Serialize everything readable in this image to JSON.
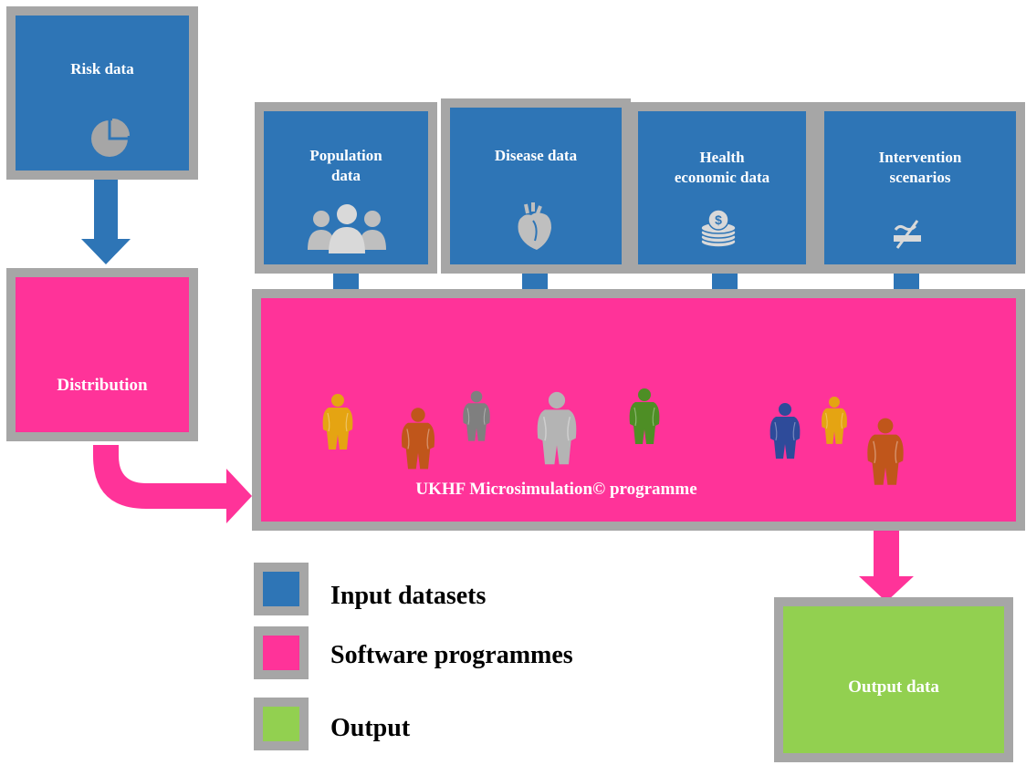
{
  "colors": {
    "input": "#2e75b6",
    "software": "#ff3399",
    "output": "#92d050",
    "border": "#a6a6a6"
  },
  "boxes": {
    "risk": {
      "label": "Risk data",
      "icon": "pie-chart-icon"
    },
    "population": {
      "label": "Population data",
      "icon": "people-group-icon"
    },
    "disease": {
      "label": "Disease data",
      "icon": "heart-icon"
    },
    "economic": {
      "label": "Health economic data",
      "icon": "coin-stack-icon"
    },
    "intervention": {
      "label": "Intervention scenarios",
      "icon": "no-smoking-icon"
    },
    "distribution": {
      "label": "Distribution"
    },
    "microsim": {
      "label": "UKHF Microsimulation© programme"
    },
    "output": {
      "label": "Output data"
    }
  },
  "population_figures": [
    "orange",
    "brown",
    "gray",
    "lightgray",
    "green",
    "blue",
    "orange",
    "brown"
  ],
  "legend": [
    {
      "label": "Input datasets",
      "color": "#2e75b6"
    },
    {
      "label": "Software programmes",
      "color": "#ff3399"
    },
    {
      "label": "Output",
      "color": "#92d050"
    }
  ]
}
